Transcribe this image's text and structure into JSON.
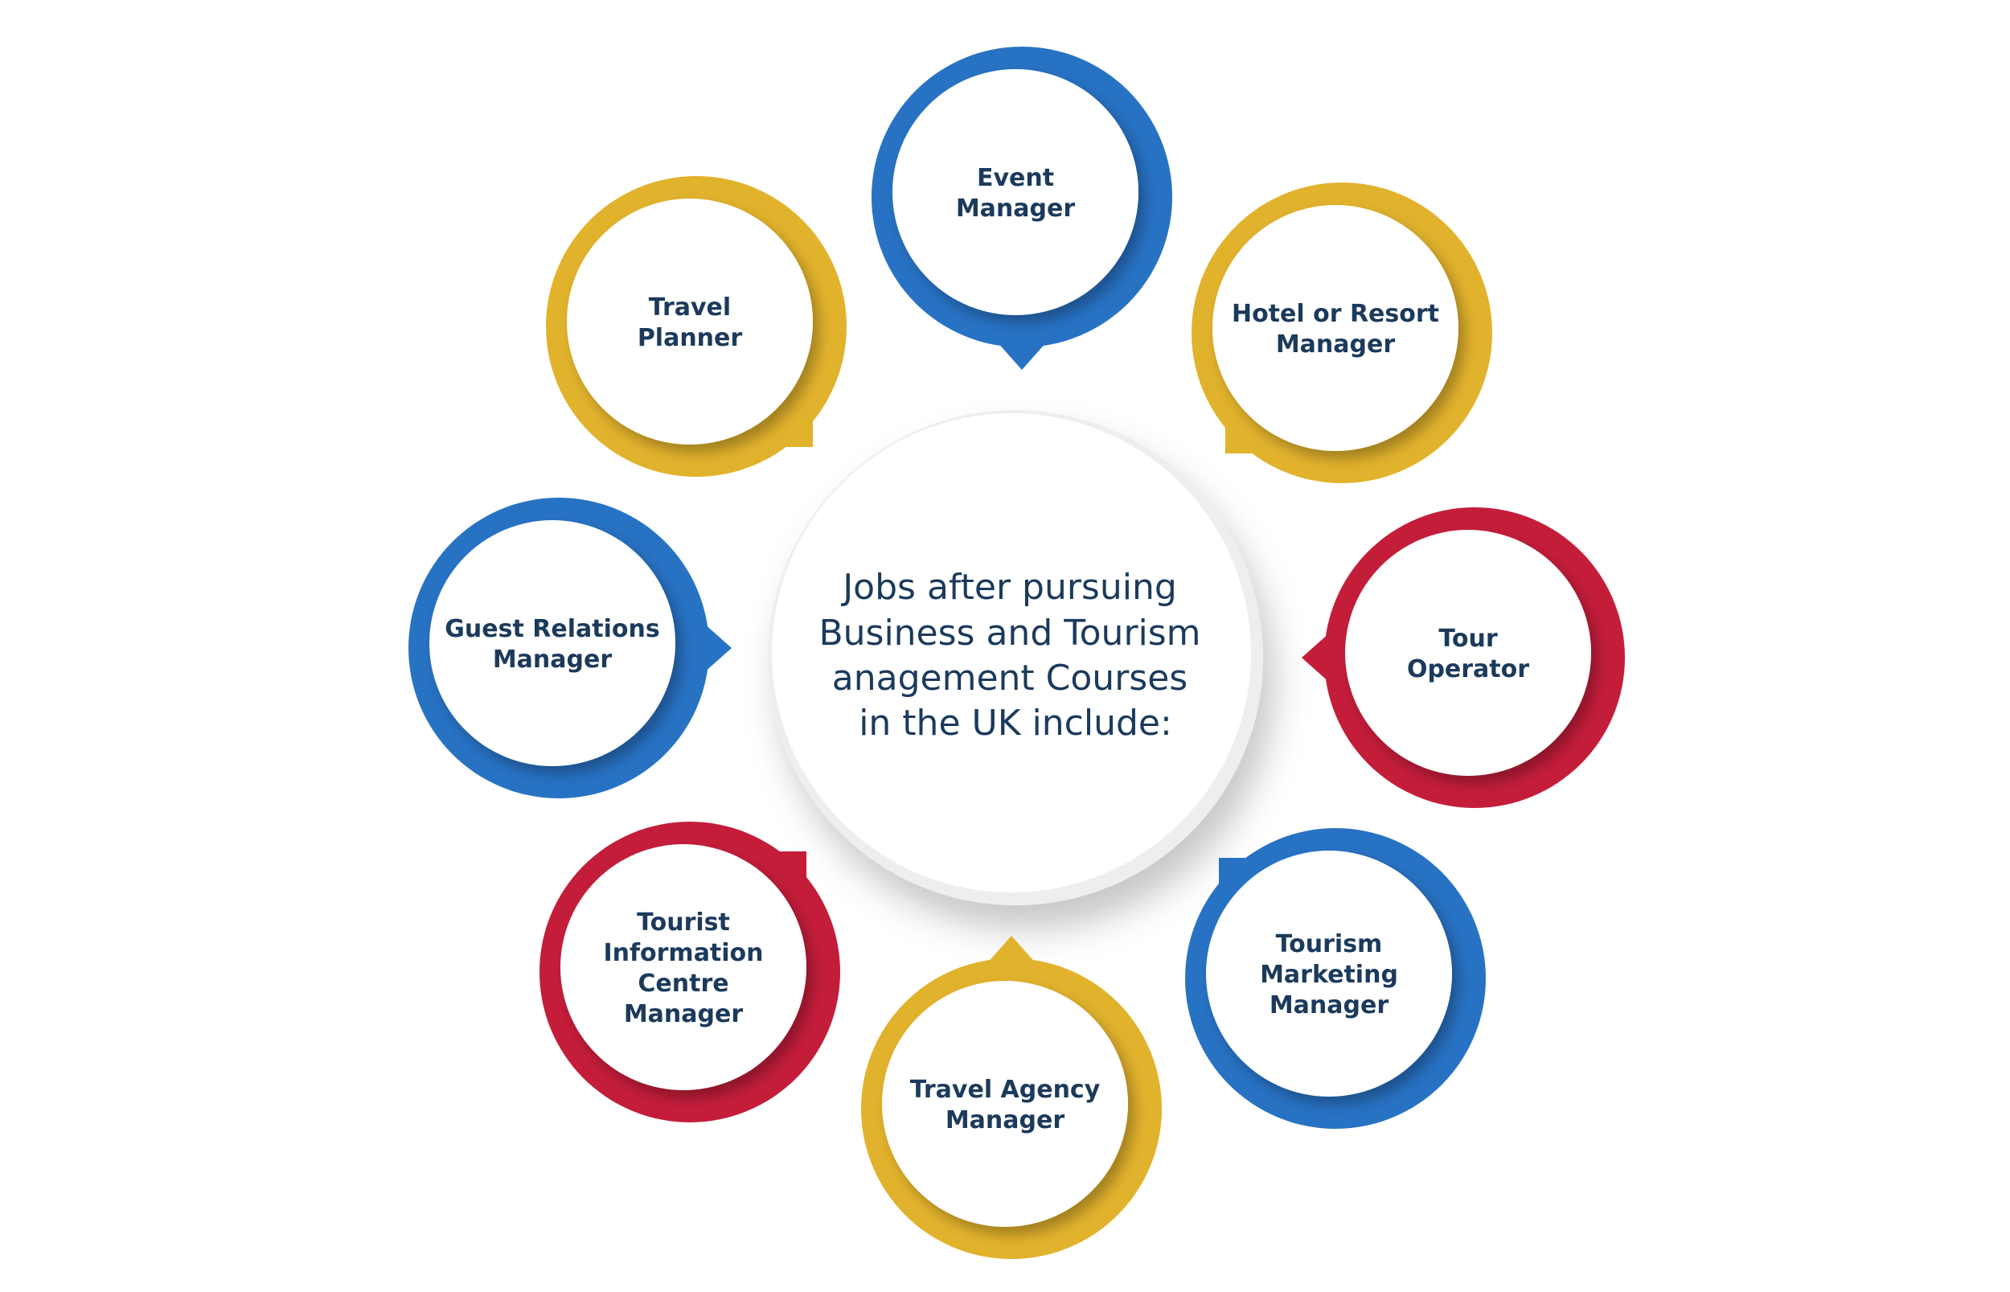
{
  "center": {
    "lines": [
      "Jobs after pursuing",
      "Business and Tourism",
      "anagement Courses",
      "in the UK include:"
    ]
  },
  "colors": {
    "blue": "#2872c4",
    "yellow": "#e1b22c",
    "red": "#c41d3a",
    "text": "#1b3a5c"
  },
  "jobs": [
    {
      "lines": [
        "Event",
        "Manager"
      ],
      "color": "#2872c4"
    },
    {
      "lines": [
        "Hotel or Resort",
        "Manager"
      ],
      "color": "#e1b22c"
    },
    {
      "lines": [
        "Tour",
        "Operator"
      ],
      "color": "#c41d3a"
    },
    {
      "lines": [
        "Tourism",
        "Marketing",
        "Manager"
      ],
      "color": "#2872c4"
    },
    {
      "lines": [
        "Travel Agency",
        "Manager"
      ],
      "color": "#e1b22c"
    },
    {
      "lines": [
        "Tourist",
        "Information",
        "Centre",
        "Manager"
      ],
      "color": "#c41d3a"
    },
    {
      "lines": [
        "Guest Relations",
        "Manager"
      ],
      "color": "#2872c4"
    },
    {
      "lines": [
        "Travel",
        "Planner"
      ],
      "color": "#e1b22c"
    }
  ]
}
